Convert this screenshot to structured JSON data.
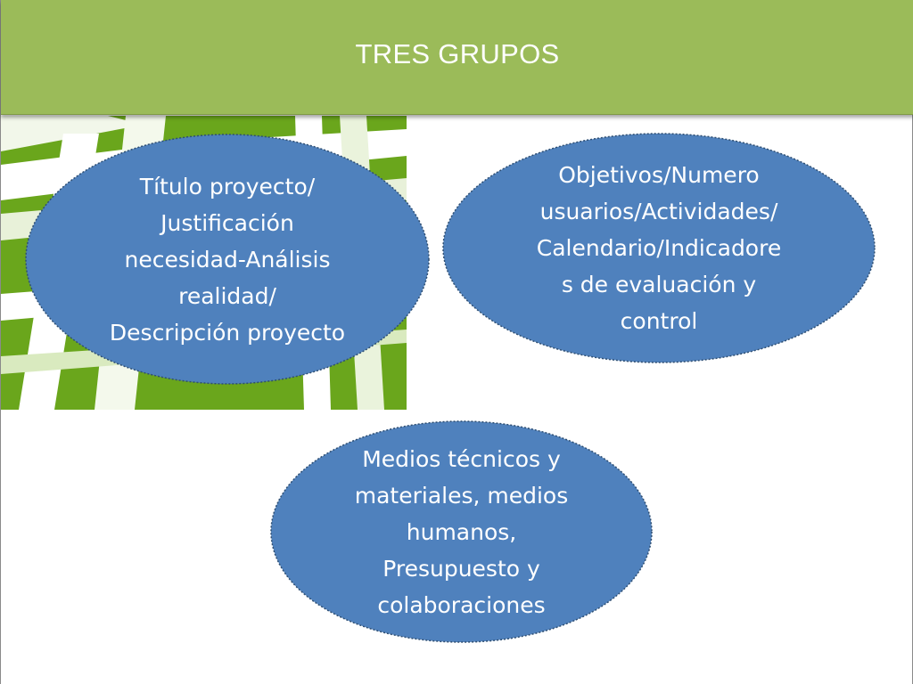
{
  "slide": {
    "title": "TRES GRUPOS",
    "colors": {
      "header": "#9bbb59",
      "oval_fill": "#4f81bd",
      "decor_green": "#6aa61c"
    }
  },
  "groups": [
    {
      "text": "Título proyecto/\nJustificación\nnecesidad-Análisis\nrealidad/\nDescripción proyecto"
    },
    {
      "text": "Objetivos/Numero\nusuarios/Actividades/\nCalendario/Indicadore\ns de evaluación y\ncontrol"
    },
    {
      "text": "Medios técnicos y\nmateriales, medios\nhumanos,\nPresupuesto y\ncolaboraciones"
    }
  ]
}
